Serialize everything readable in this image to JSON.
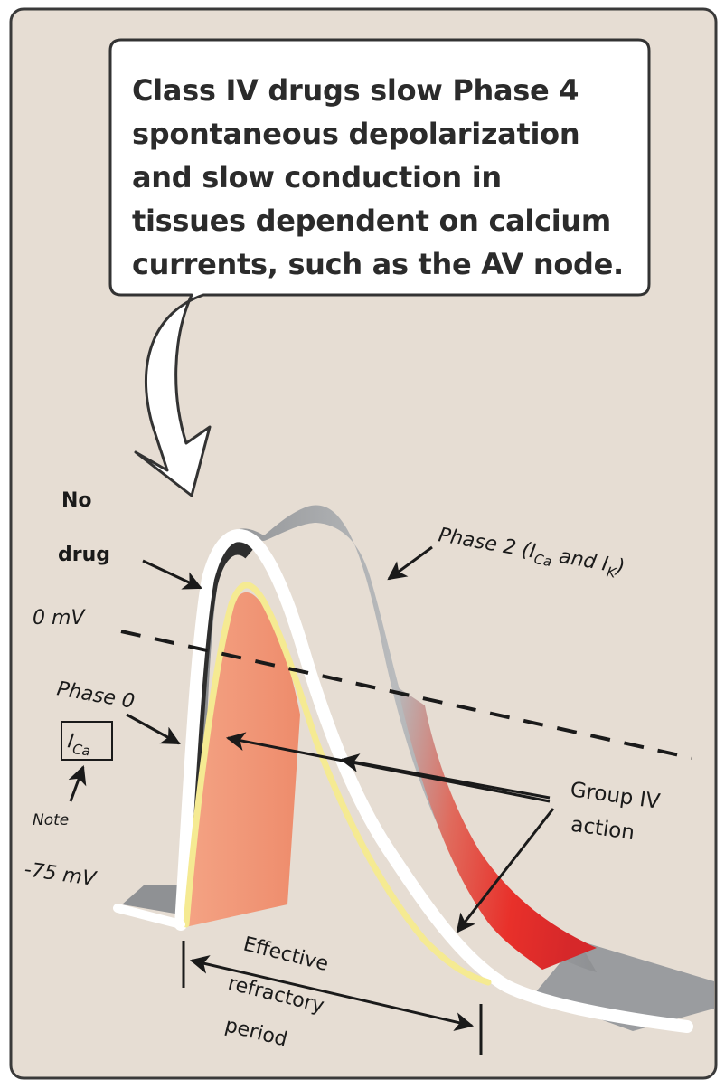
{
  "callout": {
    "lines": [
      "Class IV drugs slow Phase 4",
      "spontaneous depolarization",
      "and slow conduction in",
      "tissues dependent on calcium",
      "currents, such as the AV node."
    ]
  },
  "labels": {
    "no_drug_1": "No",
    "no_drug_2": "drug",
    "zero_mv": "0 mV",
    "phase0": "Phase 0",
    "ica_main": "I",
    "ica_sub": "Ca",
    "note": "Note",
    "minus75": "-75 mV",
    "phase2_main": "Phase 2 (I",
    "phase2_sub1": "Ca",
    "phase2_and": " and I",
    "phase2_sub2": "K",
    "phase2_close": ")",
    "group_iv_1": "Group IV",
    "group_iv_2": "action",
    "erp_1": "Effective",
    "erp_2": "refractory",
    "erp_3": "period"
  },
  "colors": {
    "background": "#e6ddd3",
    "border": "#3a3a3a",
    "grey_ribbon": "#9d9fa2",
    "salmon": "#f29a7a",
    "red": "#e8322a",
    "yellow_line": "#f7ee9a"
  }
}
